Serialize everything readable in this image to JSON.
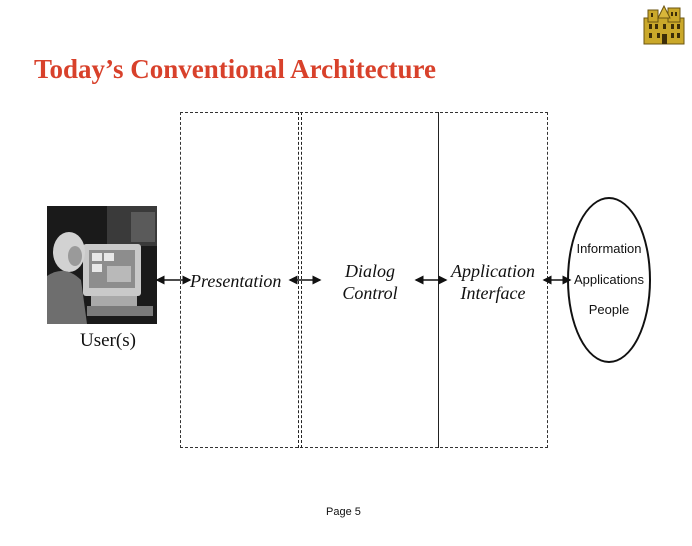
{
  "slide": {
    "title": "Today’s Conventional Architecture",
    "footer": "Page 5"
  },
  "diagram": {
    "user_label": "User(s)",
    "layers": [
      {
        "label": "Presentation"
      },
      {
        "label_line1": "Dialog",
        "label_line2": "Control"
      },
      {
        "label_line1": "Application",
        "label_line2": "Interface"
      }
    ],
    "resources": [
      "Information",
      "Applications",
      "People"
    ]
  },
  "colors": {
    "title": "#d8412b",
    "line": "#222222",
    "logo": "#caa82a"
  },
  "icons": {
    "logo": "castle-logo-icon",
    "user_photo": "user-at-computer-photo"
  }
}
